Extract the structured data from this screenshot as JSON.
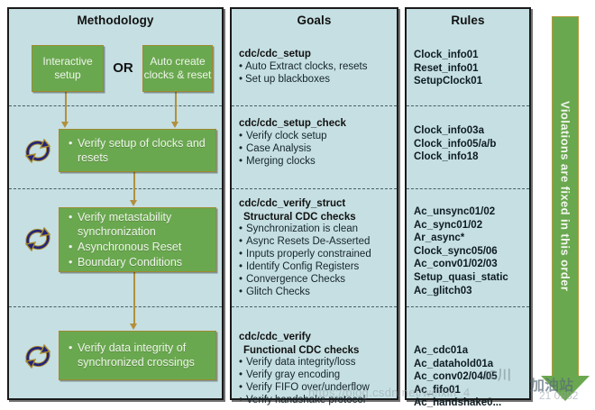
{
  "columns": {
    "methodology": {
      "title": "Methodology",
      "boxes": {
        "interactive": "Interactive setup",
        "auto": "Auto create clocks & reset",
        "or": "OR",
        "verify_setup": [
          "Verify setup of clocks and  resets"
        ],
        "metastability": [
          "Verify metastability synchronization",
          "Asynchronous Reset",
          "Boundary Conditions"
        ],
        "data_integrity": [
          "Verify data integrity of synchronized crossings"
        ]
      },
      "icons": [
        "loop-icon",
        "loop-icon",
        "loop-icon"
      ]
    },
    "goals": {
      "title": "Goals",
      "sections": [
        {
          "head": "cdc/cdc_setup",
          "sub": "",
          "items": [
            "Auto Extract clocks, resets",
            "Set up blackboxes"
          ]
        },
        {
          "head": "cdc/cdc_setup_check",
          "sub": "",
          "items": [
            "Verify clock setup",
            "Case Analysis",
            "Merging clocks"
          ]
        },
        {
          "head": "cdc/cdc_verify_struct",
          "sub": "Structural CDC checks",
          "items": [
            "Synchronization is clean",
            "Async Resets De-Asserted",
            "Inputs properly constrained",
            "Identify Config Registers",
            "Convergence Checks",
            "Glitch Checks"
          ]
        },
        {
          "head": "cdc/cdc_verify",
          "sub": "Functional CDC checks",
          "items": [
            "Verify data integrity/loss",
            "Verify gray encoding",
            "Verify FIFO over/underflow",
            "Verify handshake protocol"
          ]
        }
      ]
    },
    "rules": {
      "title": "Rules",
      "sections": [
        {
          "items": [
            "Clock_info01",
            "Reset_info01",
            "SetupClock01"
          ]
        },
        {
          "items": [
            "Clock_info03a",
            "Clock_info05/a/b",
            "Clock_info18"
          ]
        },
        {
          "items": [
            "Ac_unsync01/02",
            "Ac_sync01/02",
            "Ar_async*",
            "Clock_sync05/06",
            "Ac_conv01/02/03",
            "Setup_quasi_static",
            "Ac_glitch03"
          ]
        },
        {
          "items": [
            "Ac_cdc01a",
            "Ac_datahold01a",
            "Ac_conv02/04/05",
            "Ac_fifo01",
            "Ac_handshake0..."
          ]
        }
      ]
    }
  },
  "violation_bar": {
    "text": "Violations are fixed in this order"
  },
  "watermarks": {
    "url": "https://blog.csdn.net/weixin_4",
    "chinese": "加油站",
    "number": "21 0982",
    "logo": "IC川"
  },
  "colors": {
    "column_bg": "#c5dfe2",
    "green_box": "#6aa84f",
    "green_border": "#9e8a2e",
    "connector": "#b38f3c",
    "text_dark": "#111111"
  }
}
